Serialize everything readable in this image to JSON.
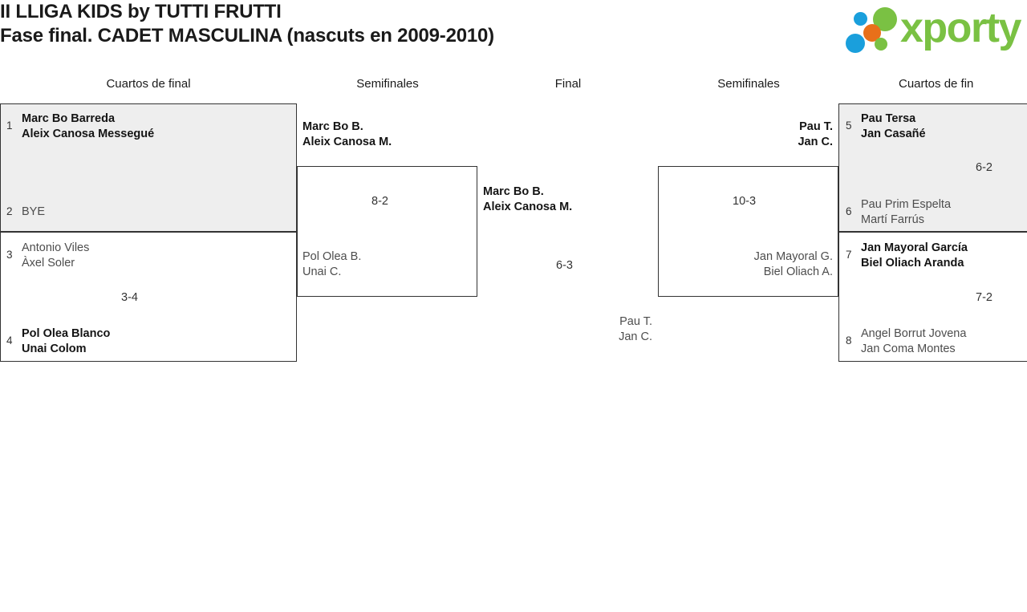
{
  "header": {
    "title_line1": "II LLIGA KIDS by TUTTI FRUTTI",
    "title_line2": "Fase final. CADET MASCULINA (nascuts en 2009-2010)",
    "logo_word": "xporty"
  },
  "round_headers": [
    {
      "label": "Cuartos de final",
      "side": "left"
    },
    {
      "label": "Semifinales",
      "side": "left"
    },
    {
      "label": "Final",
      "side": "center"
    },
    {
      "label": "Semifinales",
      "side": "right"
    },
    {
      "label": "Cuartos de fin",
      "side": "right"
    }
  ],
  "left": {
    "quarterfinals": [
      {
        "score": "",
        "top": {
          "seed": "1",
          "line1": "Marc Bo Barreda",
          "line2": "Aleix Canosa Messegué",
          "result": "winner"
        },
        "bottom": {
          "seed": "2",
          "line1": "BYE",
          "line2": "",
          "result": "loser"
        }
      },
      {
        "score": "3-4",
        "top": {
          "seed": "3",
          "line1": "Antonio Viles",
          "line2": "Àxel Soler",
          "result": "loser"
        },
        "bottom": {
          "seed": "4",
          "line1": "Pol Olea Blanco",
          "line2": "Unai Colom",
          "result": "winner"
        }
      }
    ],
    "semifinal": {
      "score": "8-2",
      "top": {
        "line1": "Marc Bo B.",
        "line2": "Aleix Canosa M.",
        "result": "winner"
      },
      "bottom": {
        "line1": "Pol Olea B.",
        "line2": "Unai C.",
        "result": "loser"
      }
    }
  },
  "final": {
    "score": "6-3",
    "top": {
      "line1": "Marc Bo B.",
      "line2": "Aleix Canosa M.",
      "result": "winner"
    },
    "bottom": {
      "line1": "Pau T.",
      "line2": "Jan C.",
      "result": "loser"
    }
  },
  "right": {
    "semifinal": {
      "score": "10-3",
      "top": {
        "line1": "Pau T.",
        "line2": "Jan C.",
        "result": "winner"
      },
      "bottom": {
        "line1": "Jan Mayoral G.",
        "line2": "Biel Oliach A.",
        "result": "loser"
      }
    },
    "quarterfinals": [
      {
        "score": "6-2",
        "top": {
          "seed": "5",
          "line1": "Pau Tersa",
          "line2": "Jan Casañé",
          "result": "winner"
        },
        "bottom": {
          "seed": "6",
          "line1": "Pau Prim Espelta",
          "line2": "Martí Farrús",
          "result": "loser"
        }
      },
      {
        "score": "7-2",
        "top": {
          "seed": "7",
          "line1": "Jan Mayoral García",
          "line2": "Biel Oliach Aranda",
          "result": "winner"
        },
        "bottom": {
          "seed": "8",
          "line1": "Angel Borrut Jovena",
          "line2": "Jan Coma Montes",
          "result": "loser"
        }
      }
    ]
  },
  "colors": {
    "brand_green": "#7ac143",
    "brand_blue": "#1a9fdc",
    "brand_orange": "#e8701a",
    "shaded_box": "#eeeeee",
    "border": "#333333"
  }
}
